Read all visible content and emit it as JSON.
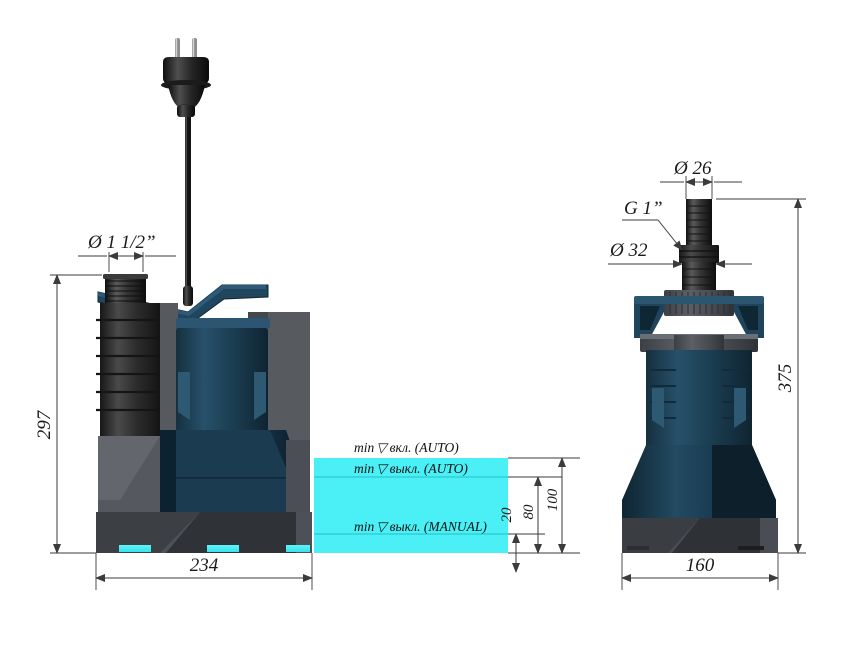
{
  "drawing": {
    "title": "Submersible pump dimensional drawing",
    "background_color": "#ffffff",
    "line_color": "#3b3b3b",
    "water_color": "#4af0f5",
    "body_dark_blue": "#1d3a4d",
    "body_gray": "#4a4e52",
    "body_black": "#2a2a2a"
  },
  "left_view": {
    "name": "side-view",
    "dimensions": {
      "port_diameter": "Ø 1 1/2”",
      "height": "297",
      "width": "234"
    }
  },
  "right_view": {
    "name": "front-view",
    "dimensions": {
      "hose_diameter": "Ø 26",
      "thread": "G 1”",
      "adapter_diameter": "Ø 32",
      "height": "375",
      "width": "160"
    }
  },
  "water_levels": {
    "labels": [
      {
        "prefix": "min",
        "symbol": "▽",
        "text": "вкл. (AUTO)"
      },
      {
        "prefix": "min",
        "symbol": "▽",
        "text": "выкл. (AUTO)"
      },
      {
        "prefix": "min",
        "symbol": "▽",
        "text": "выкл. (MANUAL)"
      }
    ],
    "dims": [
      "20",
      "80",
      "100"
    ]
  }
}
